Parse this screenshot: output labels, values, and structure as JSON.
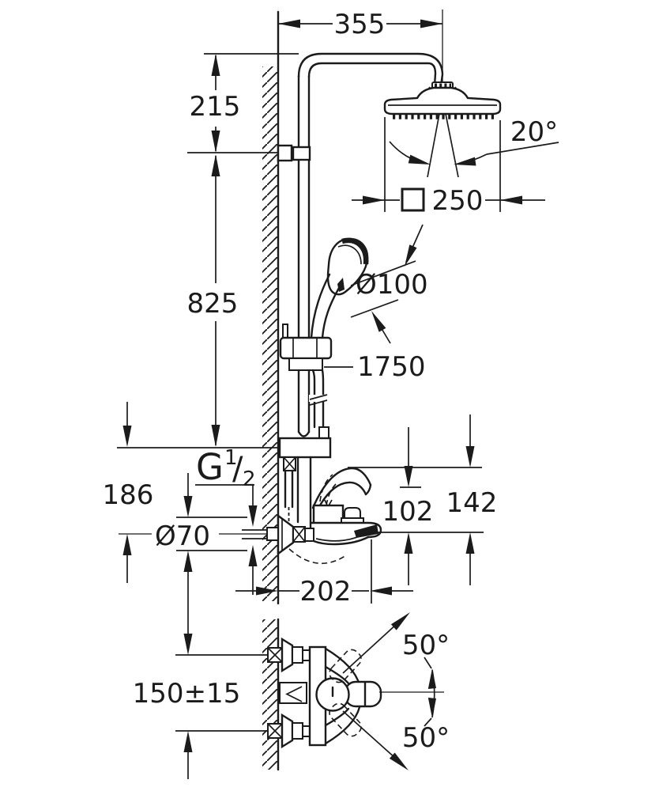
{
  "title": "shower-system-dimension-drawing",
  "colors": {
    "ink": "#1b1b1b",
    "bg": "#ffffff"
  },
  "annotations": {
    "arm_reach": "355",
    "head_offset": "215",
    "head_swivel": "20°",
    "head_size": "250",
    "rail_length": "825",
    "handshower_diameter": "Ø100",
    "hose_length": "1750",
    "thread": {
      "prefix": "G",
      "sup": "1",
      "slash": "/",
      "sub": "2"
    },
    "rail_to_spout": "186",
    "escutcheon_diameter": "Ø70",
    "spout_drop": "102",
    "body_drop": "142",
    "spout_reach": "202",
    "supply_spacing": "150±15",
    "swing_upper": "50°",
    "swing_lower": "50°"
  }
}
